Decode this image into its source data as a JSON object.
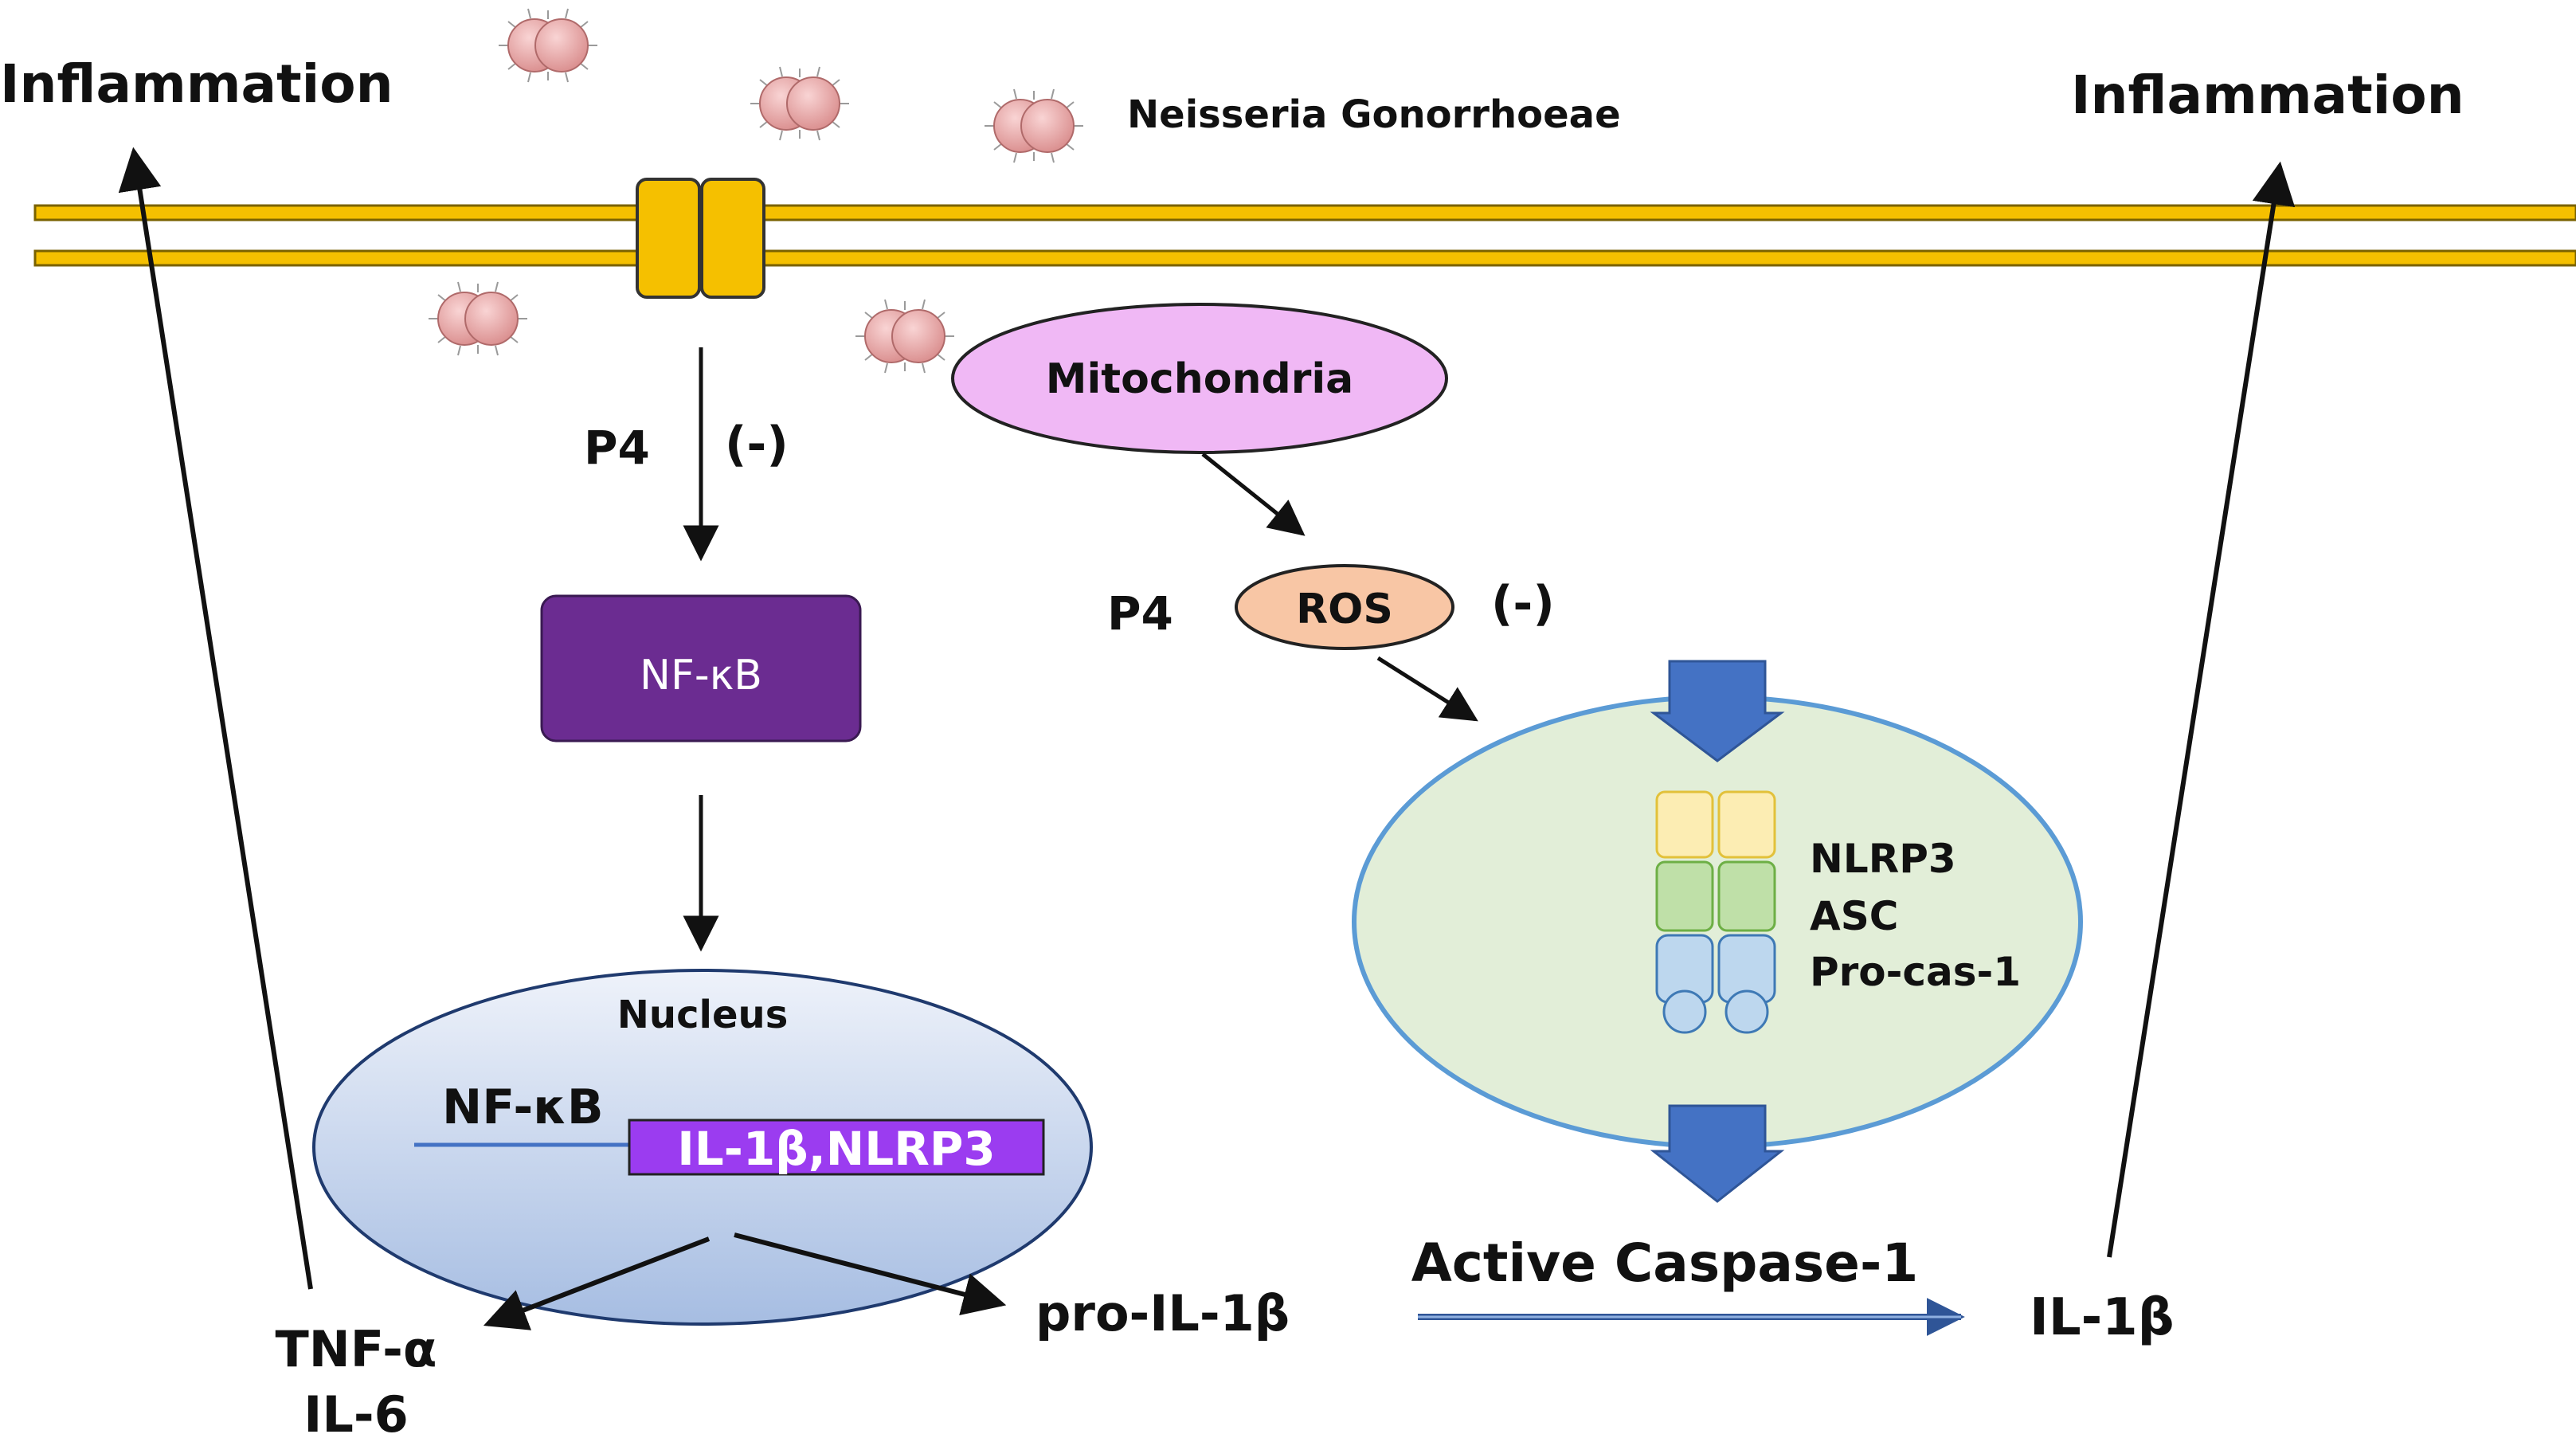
{
  "labels": {
    "inflammation_left": "Inflammation",
    "inflammation_right": "Inflammation",
    "bacteria": "Neisseria Gonorrhoeae",
    "p4_left": "P4",
    "inhibit_left": "(-)",
    "nfkb_box": "NF-κB",
    "mitochondria": "Mitochondria",
    "p4_right": "P4",
    "ros": "ROS",
    "inhibit_right": "(-)",
    "nucleus": "Nucleus",
    "nucleus_nfkb": "NF-κB",
    "gene_box": "IL-1β,NLRP3",
    "inflammasome": [
      "NLRP3",
      "ASC",
      "Pro-cas-1"
    ],
    "tnf": "TNF-α",
    "il6": "IL-6",
    "pro_il1b": "pro-IL-1β",
    "active_caspase": "Active Caspase-1",
    "il1b": "IL-1β"
  },
  "colors": {
    "membrane": "#F5C000",
    "membrane_edge": "#7a6200",
    "nfkb_box": "#6B2C91",
    "mitochondria": "#F0B8F5",
    "ros": "#F8C6A5",
    "nucleus_top": "#E8EEF8",
    "nucleus_bottom": "#A9BFE3",
    "gene_box": "#9B3CF0",
    "cell_fill": "#E2EED8",
    "cell_edge": "#5B9BD5",
    "big_arrow": "#4472C4",
    "nlrp3": "#FCEDB3",
    "asc": "#BFE0A8",
    "procas": "#BDD7EE",
    "bacteria": "#E8A5A5"
  },
  "icons": {
    "bacteria": "diplococcus-icon",
    "receptor": "membrane-receptor-icon"
  }
}
